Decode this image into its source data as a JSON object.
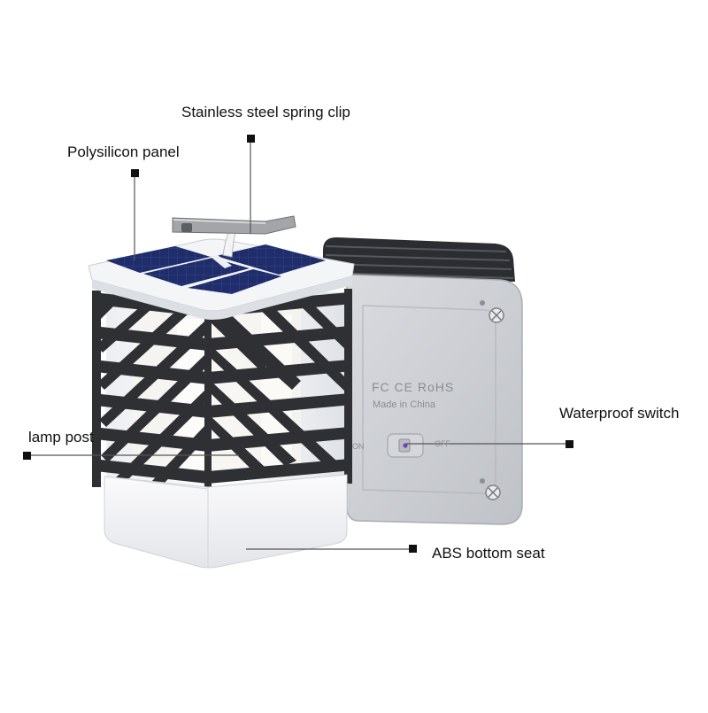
{
  "callouts": {
    "spring_clip": "Stainless steel spring clip",
    "solar_panel": "Polysilicon panel",
    "switch": "Waterproof switch",
    "lamp_post": "lamp post",
    "bottom_seat": "ABS bottom seat"
  },
  "back_markings": {
    "certifications": "FC CE RoHS",
    "origin": "Made in China",
    "switch_on": "ON",
    "switch_off": "OFF"
  },
  "colors": {
    "frame": "#2e3033",
    "solar_cell": "#1d2a63",
    "base": "#f2f3f6",
    "back_cover": "#cfd2d6",
    "marker": "#111111"
  }
}
